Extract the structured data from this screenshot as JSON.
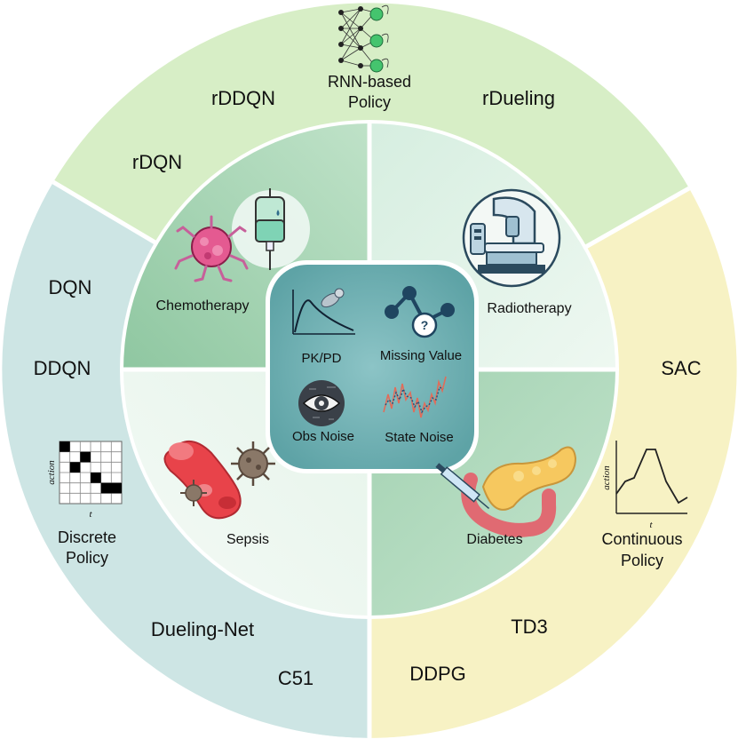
{
  "center": {
    "items": [
      {
        "label": "PK/PD",
        "icon": "pk-pd-curve-icon"
      },
      {
        "label": "Missing Value",
        "icon": "missing-value-graph-icon"
      },
      {
        "label": "Obs Noise",
        "icon": "noisy-eye-icon"
      },
      {
        "label": "State Noise",
        "icon": "noisy-signal-icon"
      }
    ]
  },
  "diseases": {
    "chemotherapy": {
      "label": "Chemotherapy",
      "icon": "cancer-cell-iv-bag-icon"
    },
    "radiotherapy": {
      "label": "Radiotherapy",
      "icon": "radiotherapy-machine-icon"
    },
    "sepsis": {
      "label": "Sepsis",
      "icon": "blood-vessel-bacteria-icon"
    },
    "diabetes": {
      "label": "Diabetes",
      "icon": "pancreas-syringe-icon"
    }
  },
  "outer": {
    "recurrent": {
      "title_line1": "RNN-based",
      "title_line2": "Policy",
      "methods": [
        "rDDQN",
        "rDueling",
        "rDQN"
      ],
      "icon": "neural-network-icon",
      "color": "#d7eec6"
    },
    "discrete": {
      "title_line1": "Discrete",
      "title_line2": "Policy",
      "methods": [
        "DQN",
        "DDQN",
        "Dueling-Net",
        "C51"
      ],
      "icon": "discrete-grid-icon",
      "axis_y": "action",
      "axis_x": "t",
      "color": "#cfe6e6"
    },
    "continuous": {
      "title_line1": "Continuous",
      "title_line2": "Policy",
      "methods": [
        "SAC",
        "TD3",
        "DDPG"
      ],
      "icon": "continuous-line-icon",
      "axis_y": "action",
      "axis_x": "t",
      "color": "#f7f2c6"
    }
  },
  "colors": {
    "inner_dark_green": "#a7d3b4",
    "inner_light_green": "#dff0e4",
    "center_teal": "#6fb1b3",
    "divider": "#ffffff"
  }
}
